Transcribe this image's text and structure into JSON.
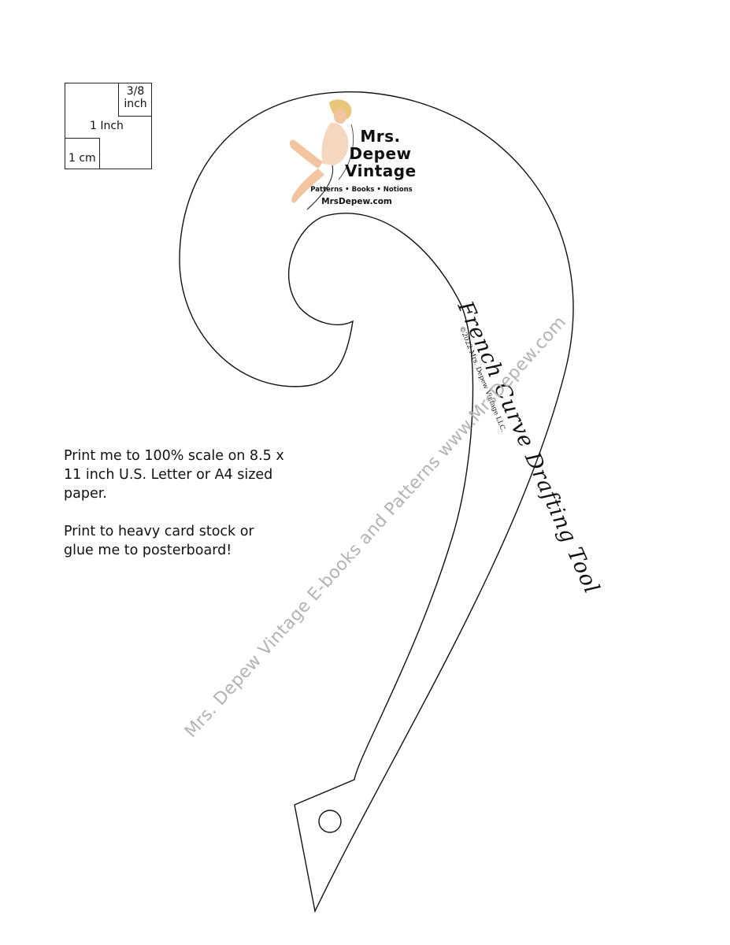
{
  "scale_key": {
    "three_eighths_label": "3/8 inch",
    "inch_label": "1 Inch",
    "cm_label": "1 cm"
  },
  "logo": {
    "line1": "Mrs.",
    "line2": "Depew",
    "line3": "Vintage",
    "tagline": "Patterns • Books • Notions",
    "url": "MrsDepew.com"
  },
  "tool": {
    "title": "French Curve Drafting Tool",
    "copyright": "©2022 Mrs. Depew Vintage LLC."
  },
  "instructions": {
    "paragraph1": "Print me to 100% scale on 8.5 x 11 inch U.S. Letter or A4 sized paper.",
    "paragraph2": "Print to heavy card stock or glue me to posterboard!"
  },
  "watermark": "Mrs. Depew Vintage E-books and Patterns  www.MrsDepew.com"
}
